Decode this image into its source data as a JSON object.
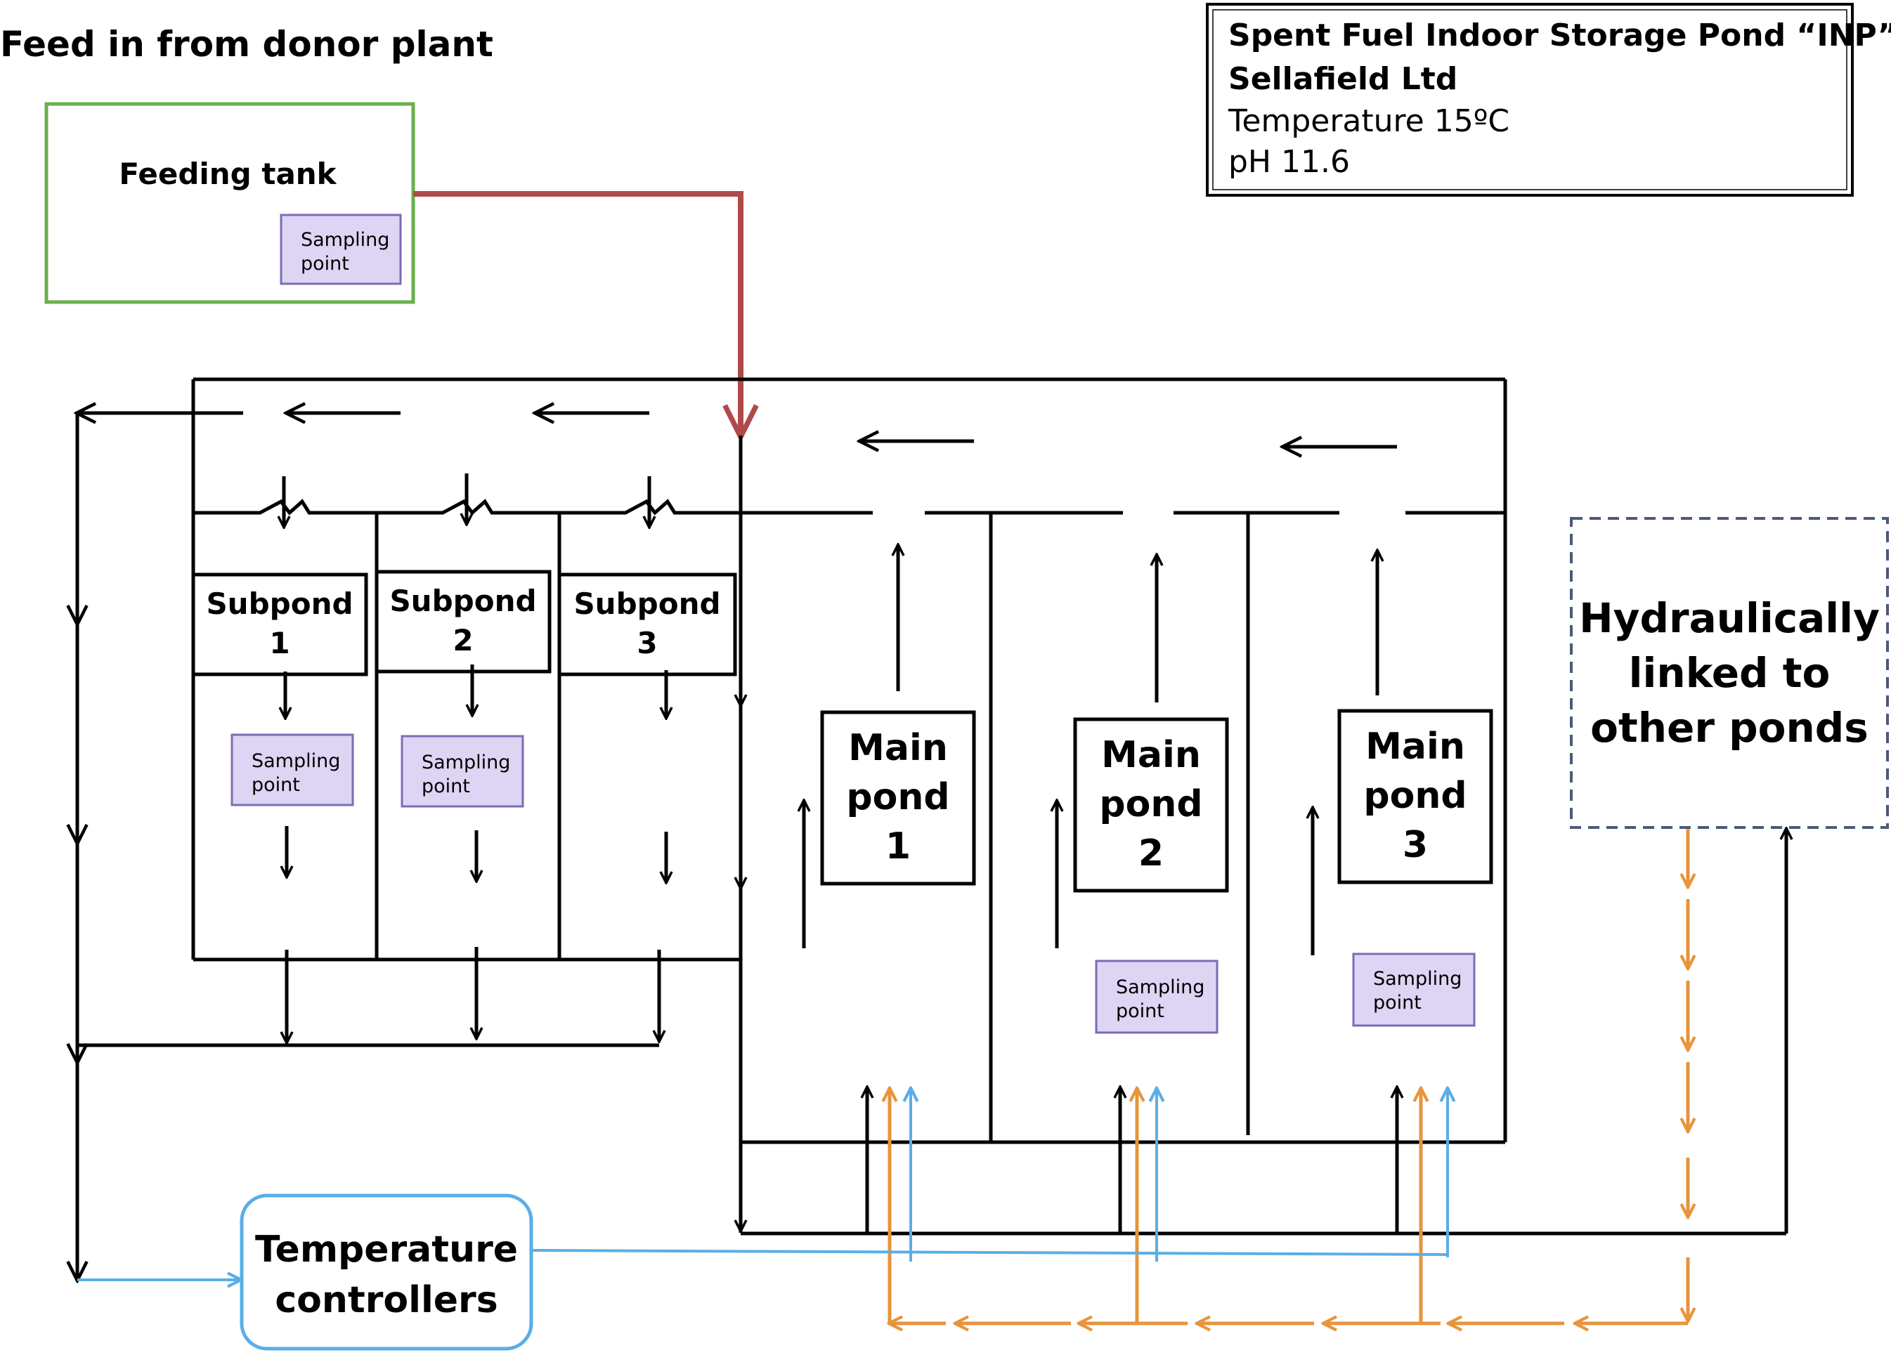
{
  "header": {
    "feed_label": "Feed in from donor plant"
  },
  "info_box": {
    "line1": "Spent Fuel Indoor Storage Pond “INP”",
    "line2": "Sellafield Ltd",
    "line3": "Temperature 15ºC",
    "line4": "pH 11.6"
  },
  "feeding_tank": {
    "label": "Feeding tank",
    "sampling": [
      "Sampling",
      "point"
    ]
  },
  "subponds": [
    {
      "line1": "Subpond",
      "line2": "1",
      "sampling": [
        "Sampling",
        "point"
      ]
    },
    {
      "line1": "Subpond",
      "line2": "2",
      "sampling": [
        "Sampling",
        "point"
      ]
    },
    {
      "line1": "Subpond",
      "line2": "3"
    }
  ],
  "main_ponds": [
    {
      "line1": "Main",
      "line2": "pond",
      "line3": "1"
    },
    {
      "line1": "Main",
      "line2": "pond",
      "line3": "2",
      "sampling": [
        "Sampling",
        "point"
      ]
    },
    {
      "line1": "Main",
      "line2": "pond",
      "line3": "3",
      "sampling": [
        "Sampling",
        "point"
      ]
    }
  ],
  "hydraulic": {
    "line1": "Hydraulically",
    "line2": "linked to",
    "line3": "other ponds"
  },
  "temperature_controllers": {
    "line1": "Temperature",
    "line2": "controllers"
  },
  "colors": {
    "feed_pipe": "#b04a4a",
    "feeding_tank_border": "#6ab04c",
    "sampling_fill": "#ddd5f3",
    "sampling_border": "#7d6bb5",
    "temperature_border": "#5aaee6",
    "orange_flow": "#e8943c",
    "hydraulic_border": "#4a5a7a"
  }
}
